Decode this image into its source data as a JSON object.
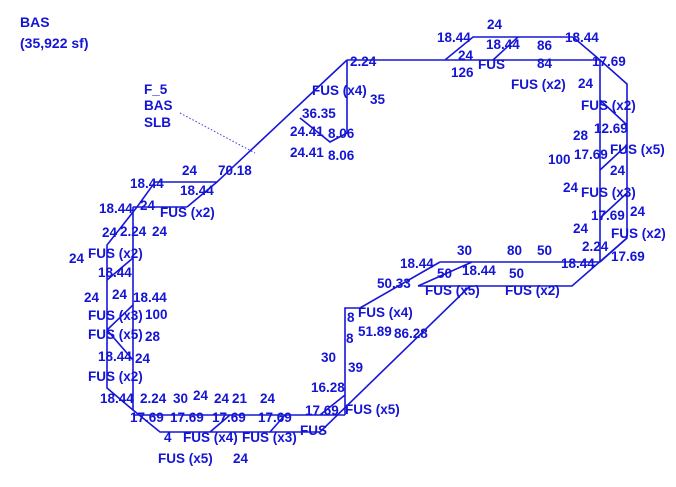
{
  "sketch": {
    "title": "BAS",
    "area": "(35,922 sf)",
    "callout": [
      "F_5",
      "BAS",
      "SLB"
    ],
    "line_color": "#1616d8",
    "labels": [
      "24",
      "18.44",
      "18.44",
      "18.44",
      "24",
      "FUS",
      "86",
      "84",
      "FUS (x2)",
      "126",
      "2.24",
      "17.69",
      "FUS (x4)",
      "36.35",
      "35",
      "24.41",
      "8.06",
      "24.41",
      "8.06",
      "70.18",
      "24",
      "18.44",
      "18.44",
      "FUS (x2)",
      "24",
      "18.44",
      "2.24",
      "24",
      "24",
      "FUS (x2)",
      "24",
      "18.44",
      "24",
      "FUS (x3)",
      "24",
      "18.44",
      "100",
      "FUS (x5)",
      "28",
      "18.44",
      "24",
      "FUS (x2)",
      "18.44",
      "2.24",
      "30",
      "24",
      "21",
      "24",
      "17.69",
      "17.69",
      "17.69",
      "17.69",
      "17.69",
      "4",
      "FUS (x4)",
      "24",
      "FUS (x3)",
      "24",
      "FUS",
      "FUS (x5)",
      "16.28",
      "FUS (x5)",
      "30",
      "39",
      "8",
      "8",
      "FUS (x4)",
      "51.89",
      "86.28",
      "30",
      "80",
      "50",
      "18.44",
      "18.44",
      "18.44",
      "50",
      "FUS (x5)",
      "50",
      "FUS (x2)",
      "50.33",
      "2.24",
      "24",
      "FUS (x2)",
      "12.69",
      "28",
      "FUS (x5)",
      "17.69",
      "100",
      "24",
      "FUS (x3)",
      "24",
      "17.69",
      "24",
      "FUS (x2)",
      "24",
      "17.69"
    ]
  }
}
